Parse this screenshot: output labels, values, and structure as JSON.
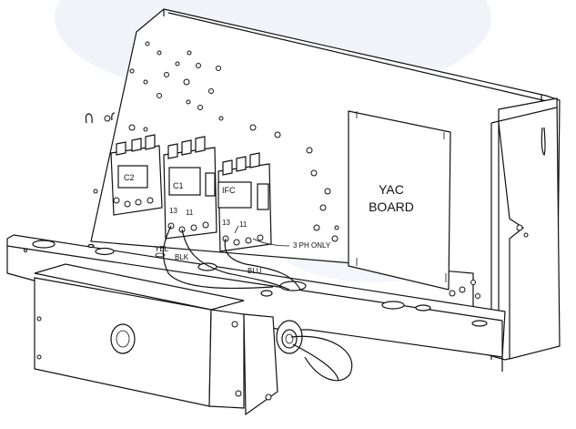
{
  "labels": {
    "contactor_c2": "C2",
    "contactor_c1": "C1",
    "contactor_ifc": "IFC",
    "terminal_c1_13": "13",
    "terminal_c1_11": "11",
    "terminal_ifc_13": "13",
    "terminal_ifc_11": "11",
    "wire_yel": "YEL",
    "wire_blk": "BLK",
    "wire_blu": "BLU",
    "note_3ph": "3 PH ONLY",
    "board_line1": "YAC",
    "board_line2": "BOARD"
  },
  "colors": {
    "line": "#111111",
    "panel": "#ffffff",
    "watermark": "#eef0f8"
  }
}
